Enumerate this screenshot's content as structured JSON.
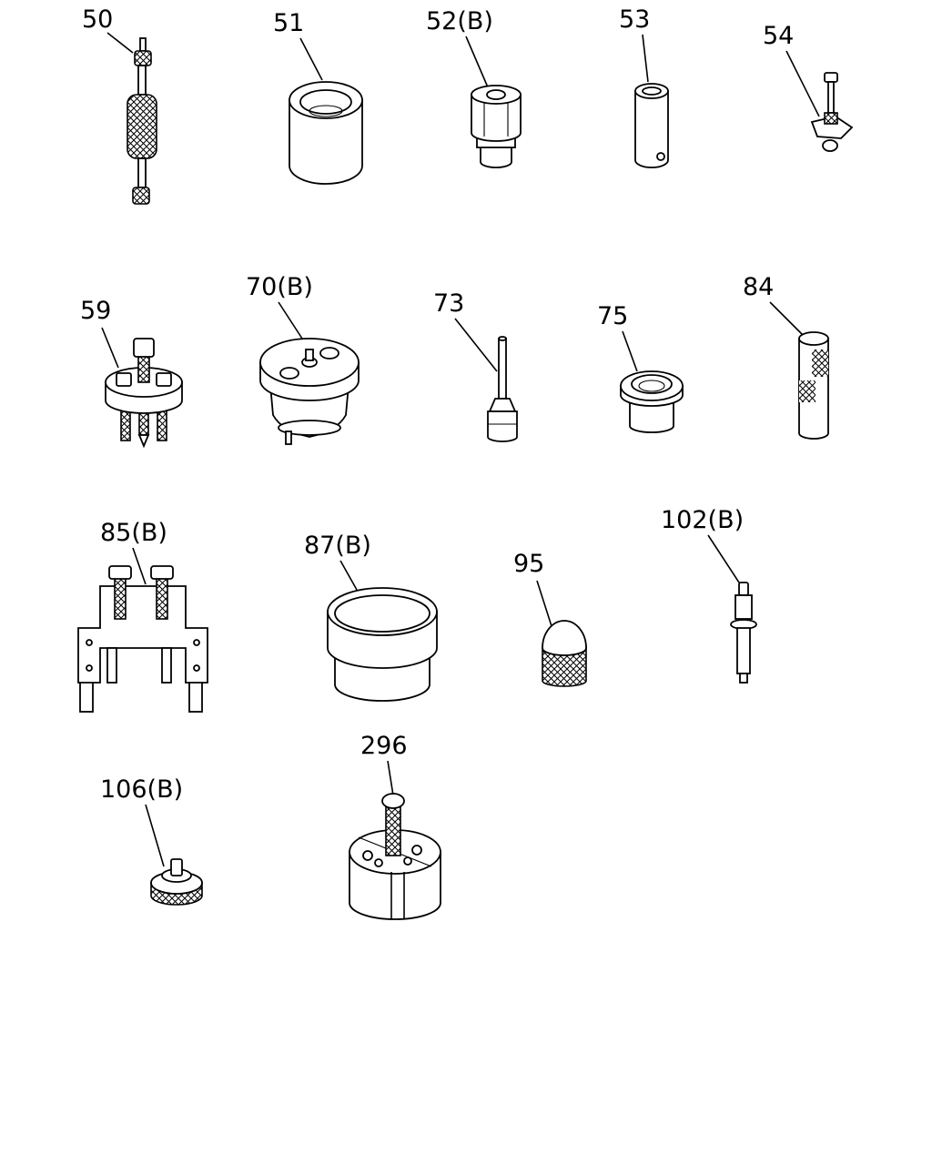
{
  "diagram": {
    "parts": [
      {
        "id": "p50",
        "label": "50",
        "icon": "slide-hammer-icon"
      },
      {
        "id": "p51",
        "label": "51",
        "icon": "sleeve-icon"
      },
      {
        "id": "p52",
        "label": "52(B)",
        "icon": "adapter-icon"
      },
      {
        "id": "p53",
        "label": "53",
        "icon": "tube-icon"
      },
      {
        "id": "p54",
        "label": "54",
        "icon": "clamp-icon"
      },
      {
        "id": "p59",
        "label": "59",
        "icon": "puller-plate-icon"
      },
      {
        "id": "p70",
        "label": "70(B)",
        "icon": "puller-body-icon"
      },
      {
        "id": "p73",
        "label": "73",
        "icon": "drift-pin-icon"
      },
      {
        "id": "p75",
        "label": "75",
        "icon": "flanged-bushing-icon"
      },
      {
        "id": "p84",
        "label": "84",
        "icon": "knurled-rod-icon"
      },
      {
        "id": "p85",
        "label": "85(B)",
        "icon": "bracket-icon"
      },
      {
        "id": "p87",
        "label": "87(B)",
        "icon": "ring-installer-icon"
      },
      {
        "id": "p95",
        "label": "95",
        "icon": "knurled-knob-icon"
      },
      {
        "id": "p102",
        "label": "102(B)",
        "icon": "pilot-pin-icon"
      },
      {
        "id": "p106",
        "label": "106(B)",
        "icon": "knurled-nut-icon"
      },
      {
        "id": "p296",
        "label": "296",
        "icon": "split-collet-icon"
      }
    ]
  }
}
